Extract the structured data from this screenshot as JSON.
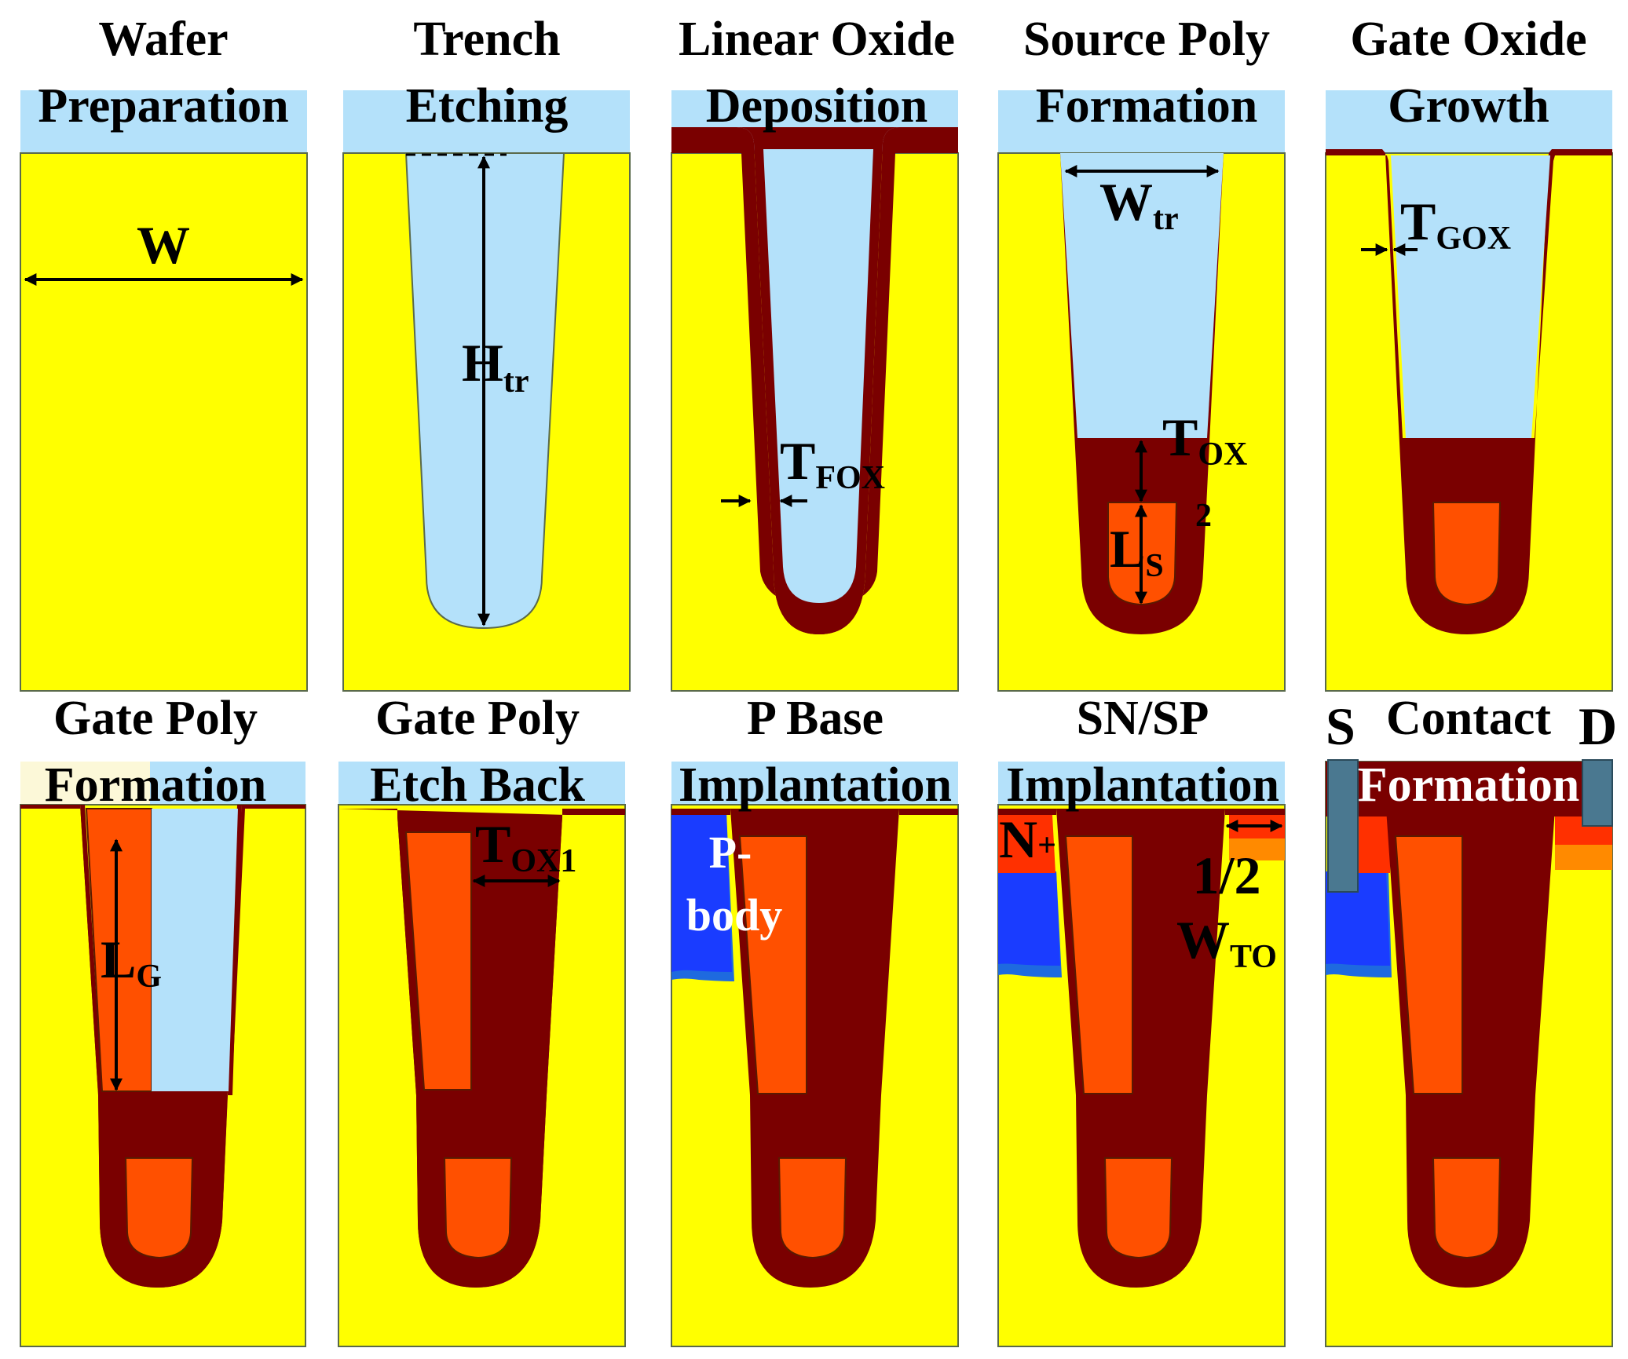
{
  "titles": [
    [
      "Wafer",
      "Preparation"
    ],
    [
      "Trench",
      "Etching"
    ],
    [
      "Linear Oxide",
      "Deposition"
    ],
    [
      "Source Poly",
      "Formation"
    ],
    [
      "Gate Oxide",
      "Growth"
    ],
    [
      "Gate Poly",
      "Formation"
    ],
    [
      "Gate Poly",
      "Etch Back"
    ],
    [
      "P Base",
      "Implantation"
    ],
    [
      "SN/SP",
      "Implantation"
    ],
    [
      "Contact",
      "Formation"
    ]
  ],
  "labels": {
    "w": "W",
    "htr_main": "H",
    "htr_sub": "tr",
    "tfox_main": "T",
    "tfox_sub": "FOX",
    "wtr_main": "W",
    "wtr_sub": "tr",
    "tox2_main": "T",
    "tox2_sub": "OX",
    "tox2_two": "2",
    "ls_main": "L",
    "ls_sub": "S",
    "tgox_main": "T",
    "tgox_sub": "GOX",
    "lg_main": "L",
    "lg_sub": "G",
    "tox1_main": "T",
    "tox1_sub": "OX1",
    "pbody_line1": "P-",
    "pbody_line2": "body",
    "nplus_main": "N",
    "nplus_sub": "+",
    "half": "1/2",
    "wto_main": "W",
    "wto_sub": "TO",
    "source": "S",
    "drain": "D"
  },
  "colors": {
    "silicon": "#ffff00",
    "air": "#b4e1fa",
    "oxide": "#7a0000",
    "poly": "#ff5000",
    "pbody": "#1a3cff",
    "nplus": "#ff3000",
    "contact": "#4a7890",
    "cap": "#fcf8d8"
  }
}
